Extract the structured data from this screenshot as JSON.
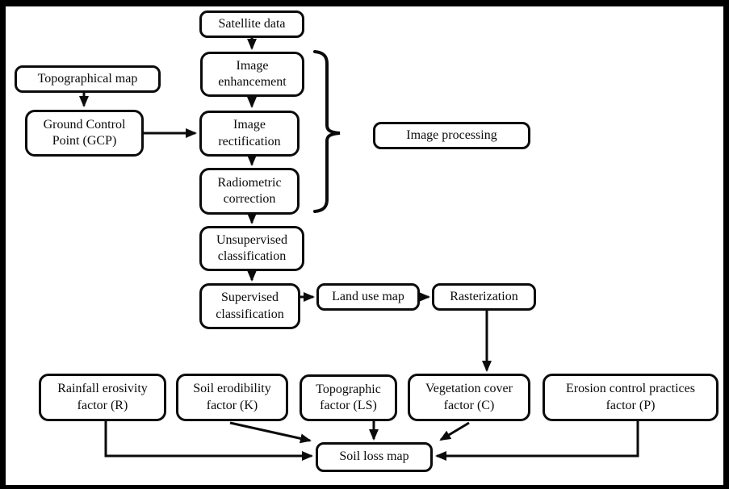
{
  "diagram": {
    "title": "Soil loss mapping flowchart",
    "colors": {
      "stroke": "#0b0b0b",
      "node_fill": "#ffffff",
      "frame": "#000000",
      "canvas": "#ffffff"
    },
    "nodes": {
      "satellite_data": {
        "label": "Satellite data"
      },
      "topographical_map": {
        "label": "Topographical map"
      },
      "gcp": {
        "label": "Ground Control\nPoint (GCP)"
      },
      "image_enhancement": {
        "label": "Image\nenhancement"
      },
      "image_rectification": {
        "label": "Image\nrectification"
      },
      "radiometric_correction": {
        "label": "Radiometric\ncorrection"
      },
      "image_processing": {
        "label": "Image processing"
      },
      "unsupervised_classification": {
        "label": "Unsupervised\nclassification"
      },
      "supervised_classification": {
        "label": "Supervised\nclassification"
      },
      "land_use_map": {
        "label": "Land use map"
      },
      "rasterization": {
        "label": "Rasterization"
      },
      "rainfall_erosivity": {
        "label": "Rainfall erosivity\nfactor (R)"
      },
      "soil_erodibility": {
        "label": "Soil erodibility\nfactor (K)"
      },
      "topographic_factor": {
        "label": "Topographic\nfactor (LS)"
      },
      "vegetation_cover": {
        "label": "Vegetation cover\nfactor (C)"
      },
      "erosion_control": {
        "label": "Erosion control practices\nfactor (P)"
      },
      "soil_loss_map": {
        "label": "Soil loss map"
      }
    },
    "edges": [
      "satellite_data -> image_enhancement",
      "topographical_map -> gcp",
      "gcp -> image_rectification",
      "image_enhancement -> image_rectification",
      "image_rectification -> radiometric_correction",
      "radiometric_correction -> unsupervised_classification",
      "unsupervised_classification -> supervised_classification",
      "supervised_classification -> land_use_map",
      "land_use_map -> rasterization",
      "rasterization -> vegetation_cover",
      "rainfall_erosivity -> soil_loss_map",
      "soil_erodibility -> soil_loss_map",
      "topographic_factor -> soil_loss_map",
      "vegetation_cover -> soil_loss_map",
      "erosion_control -> soil_loss_map",
      "bracket(image_enhancement..radiometric_correction) -> image_processing"
    ]
  }
}
